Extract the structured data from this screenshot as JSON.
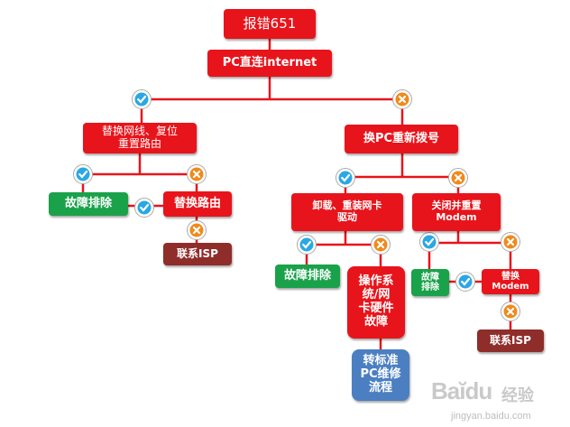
{
  "colors": {
    "line": "#e8141b",
    "check_badge": "#2aa7e4",
    "cross_badge": "#f08a1a",
    "box_red": "#e8141b",
    "box_green": "#1aa24a",
    "box_brown": "#8f2d2a",
    "box_blue": "#4b7fc1"
  },
  "nodes": {
    "title": "报错651",
    "pc_direct": "PC直连internet",
    "replace_cable_reset": "替换网线、复位\n重置路由",
    "redial_pc": "换PC重新拨号",
    "fixed_1": "故障排除",
    "replace_router": "替换路由",
    "contact_isp_1": "联系ISP",
    "reinstall_nic": "卸载、重装网卡\n驱动",
    "reset_modem": "关闭并重置\nModem",
    "fixed_2": "故障排除",
    "os_nic_fault": "操作系\n统/网\n卡硬件\n故障",
    "standard_repair": "转标准\nPC维修\n流程",
    "fixed_3": "故障\n排除",
    "replace_modem": "替换\nModem",
    "contact_isp_2": "联系ISP"
  },
  "badges": {
    "check_icon": "check-icon",
    "cross_icon": "cross-icon"
  },
  "watermark": {
    "logo": "Baĭdu",
    "cn": "经验",
    "url": "jingyan.baidu.com"
  }
}
